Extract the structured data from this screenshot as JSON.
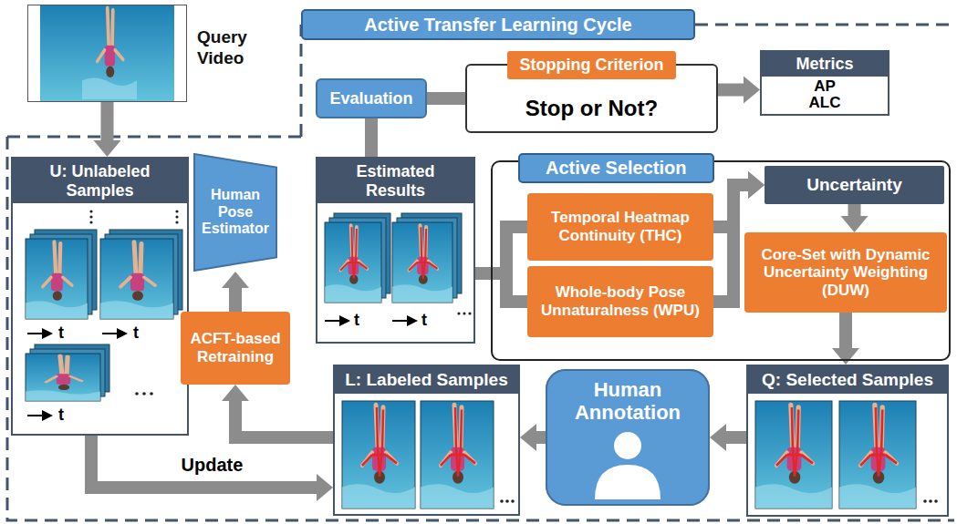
{
  "diagram": {
    "nodes": [
      {
        "text": [
          "Active Transfer Learning Cycle"
        ]
      },
      {
        "text": [
          "Query Video"
        ]
      },
      {
        "text": [
          "Evaluation"
        ]
      },
      {
        "text": [
          "Stopping Criterion",
          "Stop or Not?"
        ]
      },
      {
        "text": [
          "Metrics",
          "AP ALC"
        ]
      },
      {
        "text": [
          "U: Unlabeled Samples"
        ]
      },
      {
        "text": [
          "Human Pose Estimator"
        ]
      },
      {
        "text": [
          "Estimated Results"
        ]
      },
      {
        "text": [
          "Active Selection"
        ]
      },
      {
        "text": [
          "Temporal Heatmap Continuity (THC)"
        ],
        "in": 8
      },
      {
        "text": [
          "Whole-body Pose Unnaturalness (WPU)"
        ],
        "in": 8
      },
      {
        "text": [
          "Uncertainty"
        ],
        "in": 8
      },
      {
        "text": [
          "Core-Set with Dynamic Uncertainty Weighting (DUW)"
        ],
        "in": 8
      },
      {
        "text": [
          "ACFT-based Retraining"
        ]
      },
      {
        "text": [
          "L: Labeled Samples"
        ]
      },
      {
        "text": [
          "Human Annotation"
        ]
      },
      {
        "text": [
          "Q: Selected Samples"
        ]
      }
    ],
    "edges": [
      {
        "from": 1,
        "to": 5,
        "arrow": "to"
      },
      {
        "from": 7,
        "to": 2,
        "arrow": "none"
      },
      {
        "from": 2,
        "to": 3,
        "arrow": "none"
      },
      {
        "from": 3,
        "to": 4,
        "arrow": "to"
      },
      {
        "from": 7,
        "to": 9,
        "arrow": "none"
      },
      {
        "from": 7,
        "to": 10,
        "arrow": "none"
      },
      {
        "from": 9,
        "to": 11,
        "arrow": "to"
      },
      {
        "from": 10,
        "to": 11,
        "arrow": "to"
      },
      {
        "from": 11,
        "to": 12,
        "arrow": "to"
      },
      {
        "from": 12,
        "to": 16,
        "arrow": "to"
      },
      {
        "from": 16,
        "to": 15,
        "arrow": "to"
      },
      {
        "from": 15,
        "to": 14,
        "arrow": "to"
      },
      {
        "from": 14,
        "to": 13,
        "arrow": "to"
      },
      {
        "from": 13,
        "to": 6,
        "arrow": "to"
      },
      {
        "from": 5,
        "to": 14,
        "label": "Update",
        "arrow": "to"
      }
    ],
    "labels": [
      "t",
      "t",
      "t",
      "t",
      "t"
    ]
  }
}
